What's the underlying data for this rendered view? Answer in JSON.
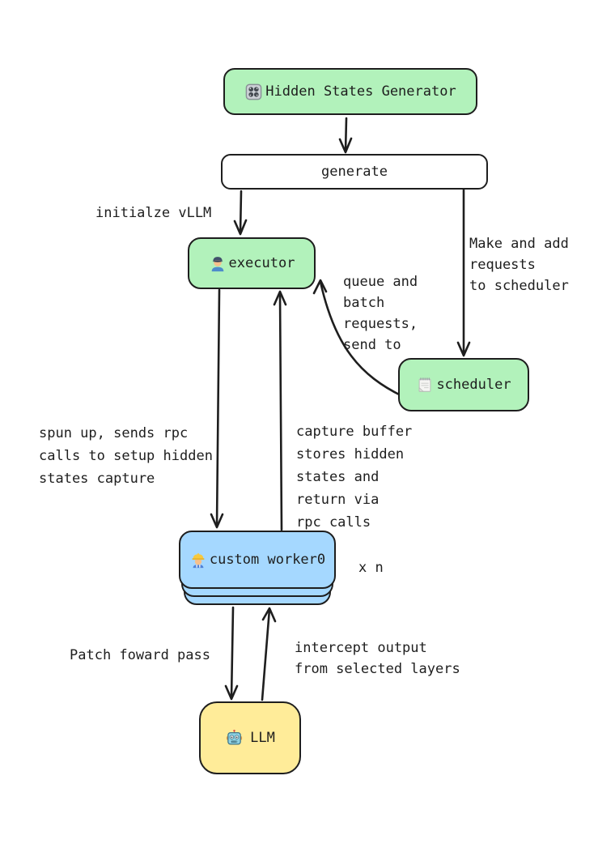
{
  "diagram": {
    "nodes": {
      "generator": {
        "label": "Hidden States Generator",
        "icon": "control-knobs-icon",
        "fill": "#b2f2bb"
      },
      "generate": {
        "label": "generate",
        "fill": "#ffffff"
      },
      "executor": {
        "label": "executor",
        "icon": "mechanic-icon",
        "fill": "#b2f2bb"
      },
      "scheduler": {
        "label": "scheduler",
        "icon": "spiral-notepad-icon",
        "fill": "#b2f2bb"
      },
      "worker": {
        "label": "custom worker0",
        "icon": "construction-worker-icon",
        "fill": "#a5d8ff",
        "multiplier": "x n"
      },
      "llm": {
        "label": "LLM",
        "icon": "robot-icon",
        "fill": "#ffec99"
      }
    },
    "edge_labels": {
      "initialize_vllm": "initialze vLLM",
      "make_and_add": "Make and add\nrequests\nto scheduler",
      "queue_and_batch": "queue and\nbatch\nrequests,\nsend to",
      "spun_up": "spun up, sends rpc\ncalls to setup hidden\nstates capture",
      "capture_buffer": "capture buffer\nstores hidden\nstates and\nreturn via\nrpc calls",
      "patch_forward": "Patch foward pass",
      "intercept_output": "intercept output\nfrom selected layers"
    },
    "stroke_color": "#1e1e1e",
    "background": "#ffffff"
  }
}
